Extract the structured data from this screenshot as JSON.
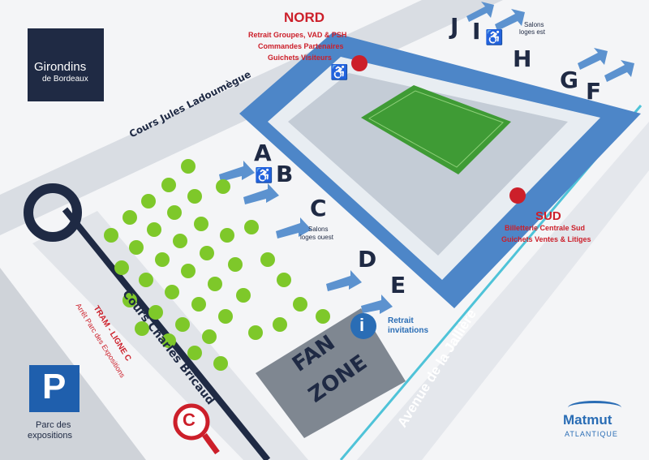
{
  "logo": {
    "name": "Girondins",
    "sub": "de Bordeaux"
  },
  "nord": {
    "title": "NORD",
    "line1": "Retrait Groupes, VAD & PSH",
    "line2": "Commandes Partenaires",
    "line3": "Guichets Visiteurs"
  },
  "sud": {
    "title": "SUD",
    "line1": "Billetterie Centrale Sud",
    "line2": "Guichets Ventes & Litiges"
  },
  "gates": {
    "a": "A",
    "b": "B",
    "c": "C",
    "d": "D",
    "e": "E",
    "f": "F",
    "g": "G",
    "h": "H",
    "i": "I",
    "j": "J"
  },
  "salons": {
    "est_1": "Salons",
    "est_2": "loges est",
    "ouest_1": "Salons",
    "ouest_2": "loges ouest"
  },
  "streets": {
    "ladoumegue": "Cours Jules Ladoumègue",
    "bricaud": "Cours Charles Bricaud",
    "jalliere": "Avenue de la Jallière"
  },
  "tram": {
    "line1": "TRAM - LIGNE C",
    "line2": "Arrêt Parc des Expositions",
    "letter": "C"
  },
  "parking": {
    "letter": "P",
    "line1": "Parc des",
    "line2": "expositions"
  },
  "fanzone": {
    "line1": "FAN",
    "line2": "ZONE"
  },
  "info": {
    "letter": "i",
    "line1": "Retrait",
    "line2": "invitations"
  },
  "brand": {
    "name": "Matmut",
    "sub": "ATLANTIQUE"
  },
  "colors": {
    "navy": "#1f2a44",
    "red": "#cc1f2a",
    "blue": "#4d86c8",
    "green": "#7ec82a",
    "cyan": "#4fc3d8"
  }
}
